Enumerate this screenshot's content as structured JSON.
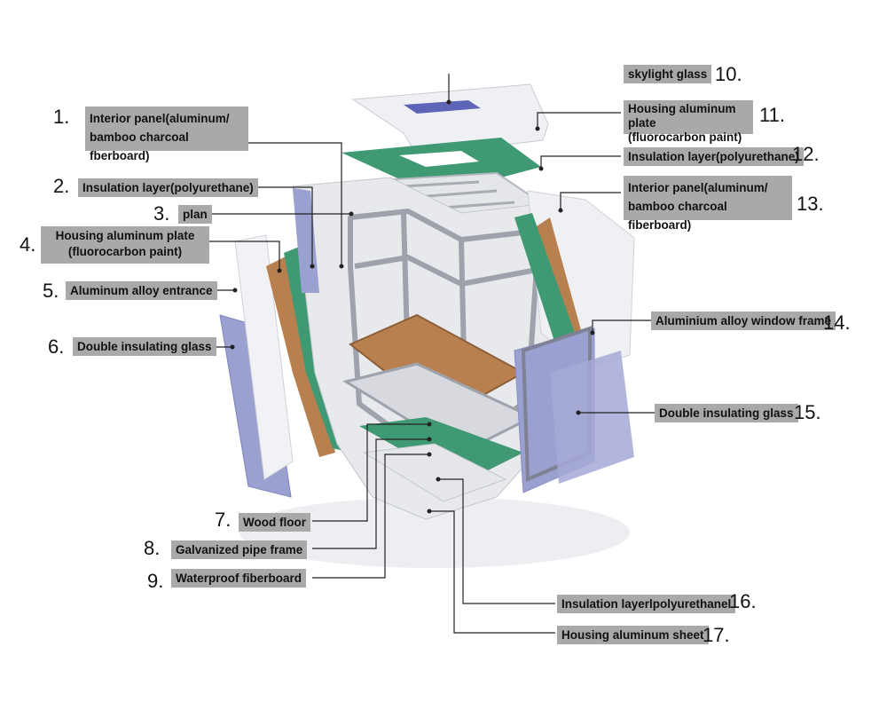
{
  "colors": {
    "glass": "#9aa0cf",
    "insulation": "#3f9a74",
    "wood": "#b9804f",
    "aluminum": "#e9eaee",
    "frame": "#9ea2ab",
    "label_bg": "#a9a9a9"
  },
  "labels": [
    {
      "num": "1.",
      "text": "Interior panel(aluminum/\nbamboo charcoal fberboard)"
    },
    {
      "num": "2.",
      "text": "Insulation layer(polyurethane)"
    },
    {
      "num": "3.",
      "text": "plan"
    },
    {
      "num": "4.",
      "text": "Housing aluminum plate\n(fluorocarbon paint)"
    },
    {
      "num": "5.",
      "text": "Aluminum alloy entrance"
    },
    {
      "num": "6.",
      "text": "Double insulating glass"
    },
    {
      "num": "7.",
      "text": "Wood floor"
    },
    {
      "num": "8.",
      "text": "Galvanized pipe frame"
    },
    {
      "num": "9.",
      "text": "Waterproof fiberboard"
    },
    {
      "num": "10.",
      "text": "skylight glass"
    },
    {
      "num": "11.",
      "text": "Housing aluminum plate\n(fluorocarbon paint)"
    },
    {
      "num": "12.",
      "text": "Insulation layer(polyurethane)"
    },
    {
      "num": "13.",
      "text": "Interior panel(aluminum/\nbamboo charcoal fiberboard)"
    },
    {
      "num": "14.",
      "text": "Aluminium alloy window frame"
    },
    {
      "num": "15.",
      "text": "Double insulating glass"
    },
    {
      "num": "16.",
      "text": "Insulation layerlpolyurethanel"
    },
    {
      "num": "17.",
      "text": "Housing aluminum sheet"
    }
  ]
}
